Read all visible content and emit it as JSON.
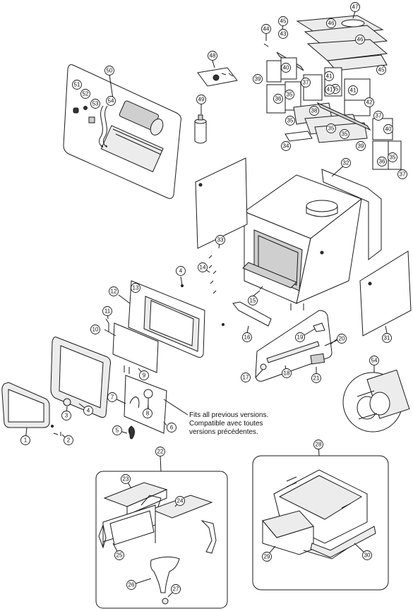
{
  "diagram": {
    "callouts": [
      "1",
      "2",
      "3",
      "4",
      "4",
      "5",
      "6",
      "7",
      "8",
      "9",
      "10",
      "11",
      "12",
      "13",
      "14",
      "15",
      "16",
      "17",
      "18",
      "19",
      "20",
      "21",
      "22",
      "23",
      "24",
      "25",
      "26",
      "27",
      "28",
      "29",
      "30",
      "31",
      "32",
      "33",
      "34",
      "35",
      "35",
      "35",
      "35",
      "35",
      "35",
      "36",
      "36",
      "37",
      "37",
      "37",
      "38",
      "39",
      "39",
      "40",
      "40",
      "41",
      "41",
      "41",
      "42",
      "43",
      "44",
      "45",
      "45",
      "46",
      "46",
      "47",
      "48",
      "49",
      "50",
      "51",
      "52",
      "53",
      "54",
      "54"
    ],
    "note": {
      "line1": "Fits all previous versions.",
      "line2": "Compatible avec toutes",
      "line3": "versions précédentes."
    }
  }
}
